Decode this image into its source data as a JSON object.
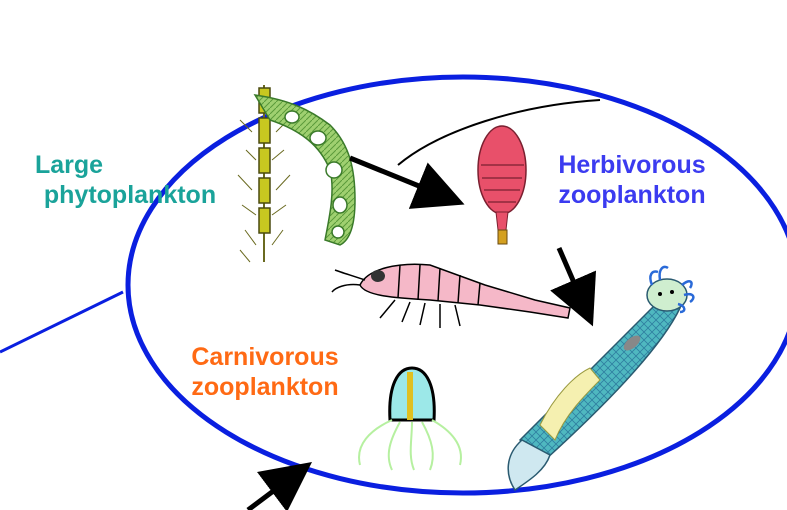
{
  "labels": {
    "large_phytoplankton": {
      "line1": "Large",
      "line2": "phytoplankton"
    },
    "herbivorous_zooplankton": {
      "line1": "Herbivorous",
      "line2": "zooplankton"
    },
    "carnivorous_zooplankton": {
      "line1": "Carnivorous",
      "line2": "zooplankton"
    }
  },
  "colors": {
    "ellipse_border": "#0a1fe0",
    "large_phytoplankton": "#1aa39a",
    "herbivorous_zooplankton": "#3b3bf0",
    "carnivorous_zooplankton": "#ff6a14",
    "arrow": "#000000"
  },
  "icons": [
    "diatom-chain-icon",
    "diatom-colony-icon",
    "copepod-icon",
    "krill-icon",
    "jellyfish-icon",
    "arrow-worm-icon"
  ]
}
